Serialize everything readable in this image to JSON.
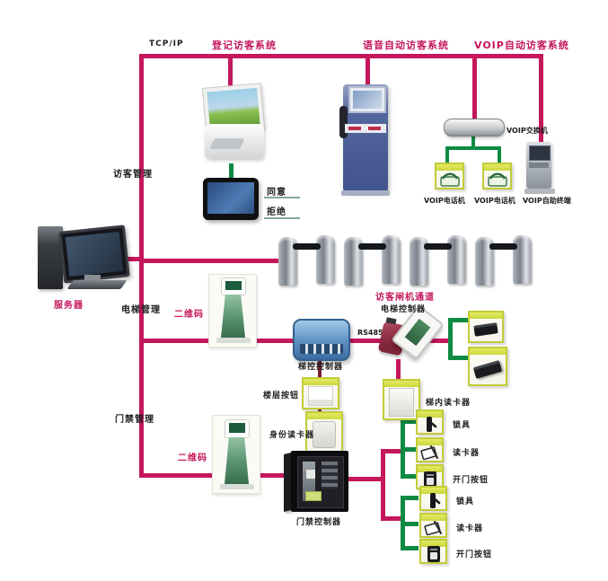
{
  "colors": {
    "line_pink": "#c4175c",
    "line_green": "#0e8a43",
    "line_maroon": "#7a1f33",
    "box_yellow_border": "#c2cc38",
    "label_black": "#1c1c1c"
  },
  "network": {
    "protocol": "TCP/IP"
  },
  "systems": {
    "registration": "登记访客系统",
    "voice": "语音自动访客系统",
    "voip": "VOIP自动访客系统"
  },
  "server": {
    "label": "服务器"
  },
  "branches": {
    "visitor": "访客管理",
    "elevator": "电梯管理",
    "access": "门禁管理"
  },
  "visitor": {
    "approve": "同意",
    "reject": "拒绝",
    "gate_channel": "访客闸机通道"
  },
  "voip": {
    "switch": "VOIP交换机",
    "phone_left": "VOIP电话机",
    "phone_right": "VOIP电话机",
    "terminal": "VOIP自助终端"
  },
  "elevator": {
    "qr_kiosk": "二维码",
    "controller": "梯控控制器",
    "bus": "RS485",
    "elevator_controller": "电梯控制器",
    "floor_button": "楼层按钮",
    "id_reader": "身份读卡器",
    "cabin_reader": "梯内读卡器"
  },
  "access": {
    "qr_kiosk": "二维码",
    "controller": "门禁控制器",
    "groups": [
      {
        "items": [
          {
            "label": "锁具",
            "icon": "lock-icon"
          },
          {
            "label": "读卡器",
            "icon": "card-reader-icon"
          },
          {
            "label": "开门按钮",
            "icon": "door-button-icon"
          }
        ]
      },
      {
        "items": [
          {
            "label": "锁具",
            "icon": "lock-icon"
          },
          {
            "label": "读卡器",
            "icon": "card-reader-icon"
          },
          {
            "label": "开门按钮",
            "icon": "door-button-icon"
          }
        ]
      }
    ]
  }
}
